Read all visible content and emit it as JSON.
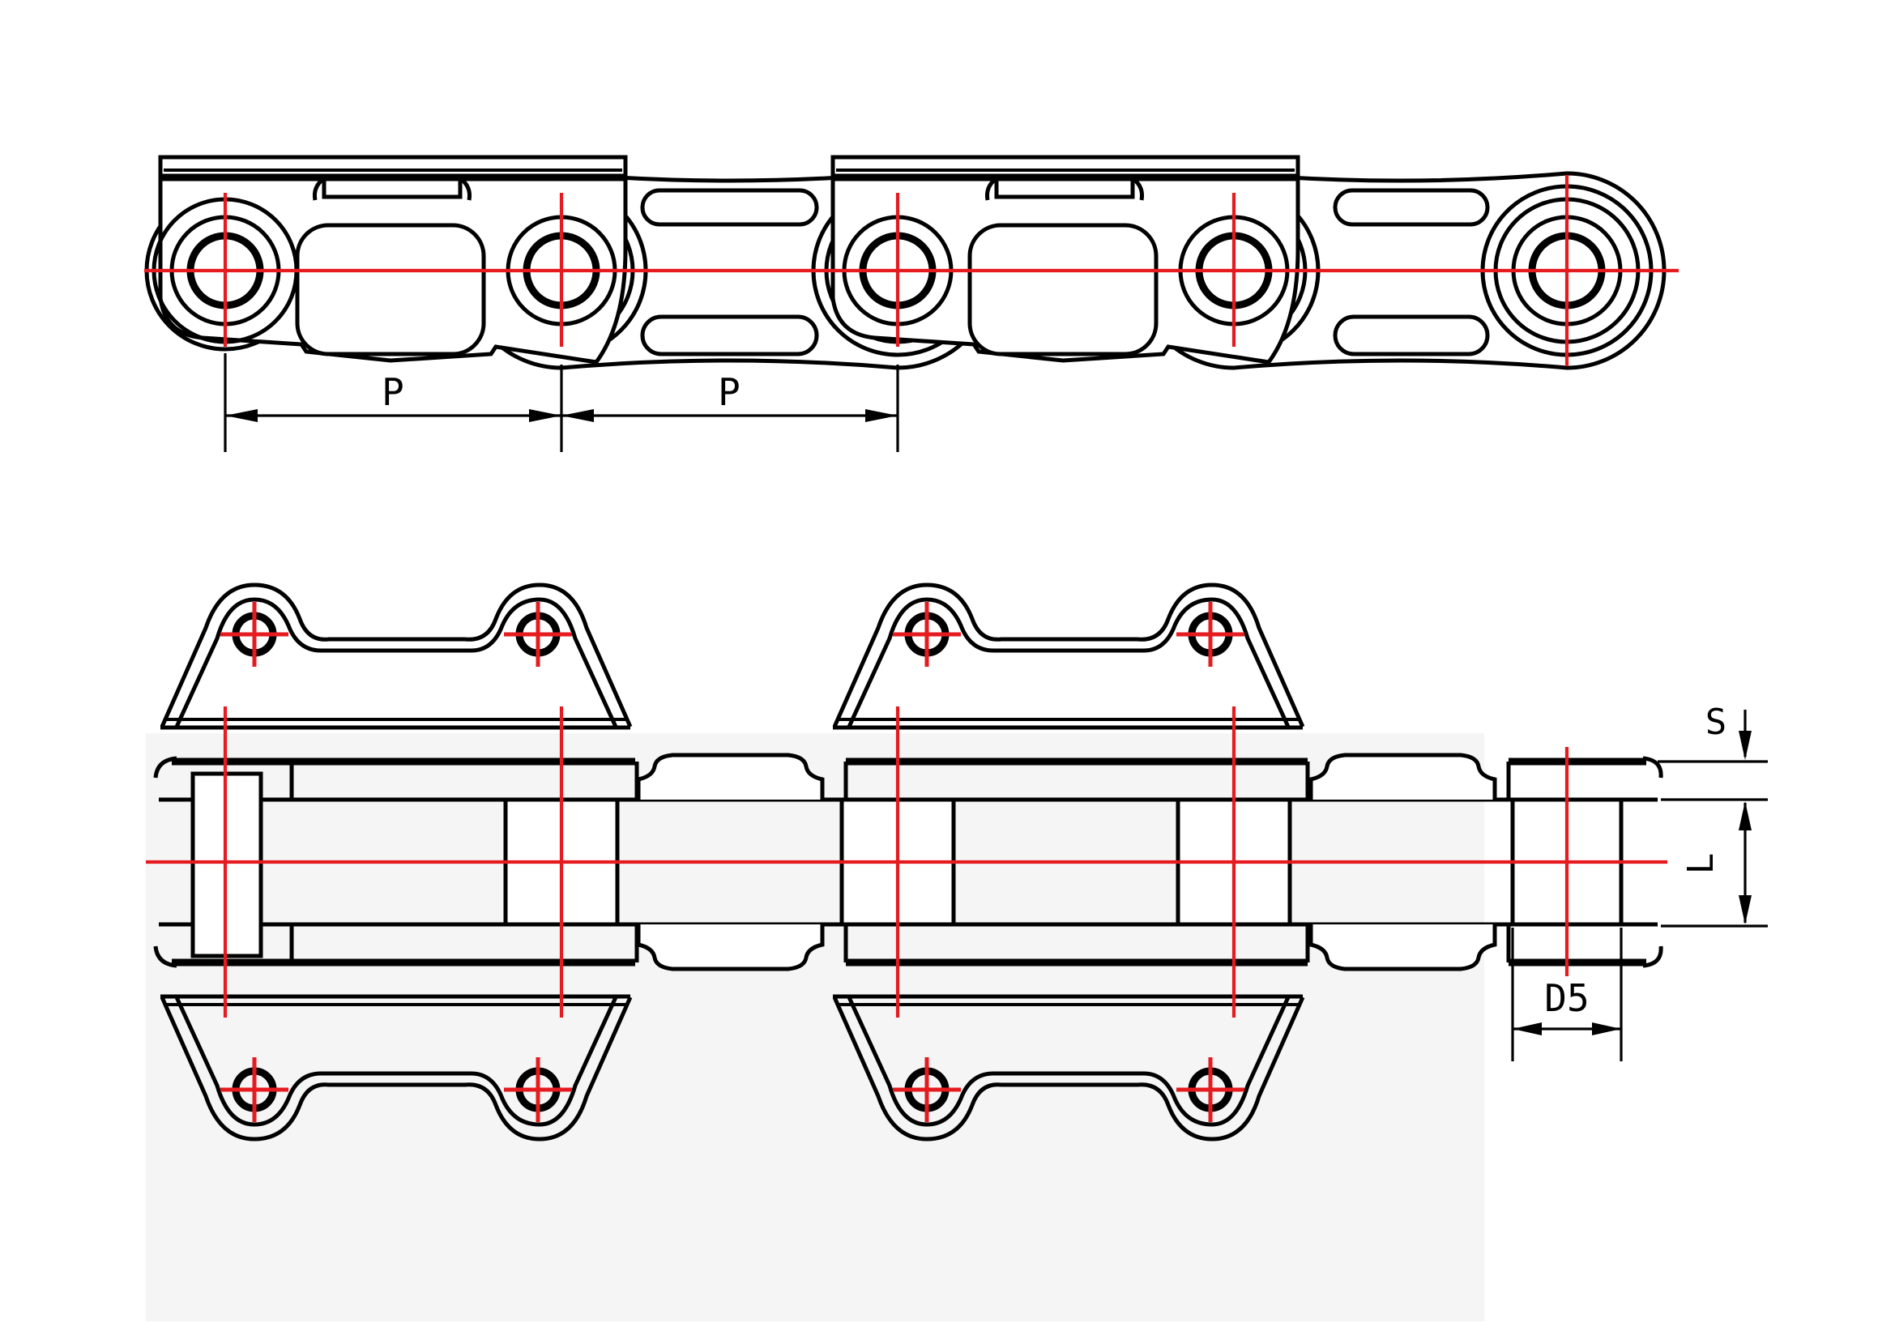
{
  "drawing": {
    "title": "roller-conveyor-chain-with-bent-attachments",
    "views": {
      "side_elevation": "upper view - chain side elevation with attachment top plates",
      "plan": "lower view - chain plan with bent attachment lugs and holes"
    }
  },
  "dimensions": {
    "pitch_label_1": "P",
    "pitch_label_2": "P",
    "plate_thickness_label": "S",
    "inner_width_label": "L",
    "roller_diameter_label": "D5"
  },
  "colors": {
    "line": "#000000",
    "centerline_red": "#e51b20",
    "background": "#ffffff",
    "panel_tint": "#f5f5f5"
  },
  "icons": {
    "crosshair": "centerline-crosshair-marker",
    "arrowhead": "dimension-arrowhead"
  }
}
